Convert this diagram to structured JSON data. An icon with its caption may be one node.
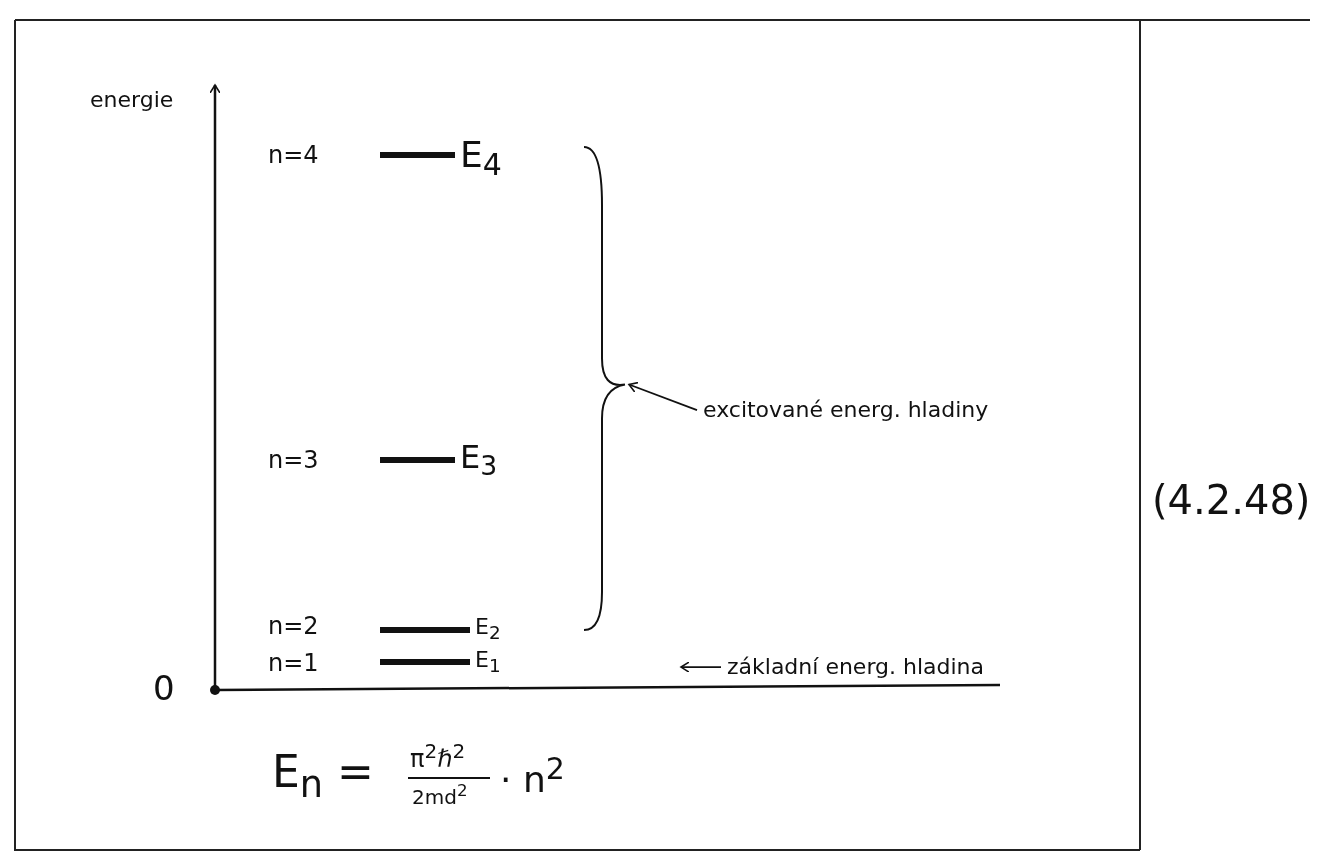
{
  "diagram": {
    "nodes": [
      {
        "text": [
          "excitované energ. hladiny"
        ]
      },
      {
        "text": [],
        "shape": "bracket"
      },
      {
        "text": [
          "základní energ. hladina"
        ]
      }
    ],
    "edges": [
      {
        "from": 0,
        "to": 1,
        "arrow": "to"
      },
      {
        "from": 2,
        "to": null,
        "arrow": "to"
      }
    ],
    "labels": [
      "energie",
      "n=4",
      "E$_{4}$",
      "n=3",
      "E$_{3}$",
      "(4.2.48)",
      "n=2",
      "E$_{2}$",
      "n=1",
      "E$_{1}$",
      "0",
      "E$_{n}$ =",
      "π$^{2}$ℏ$^{2}$",
      "2md$^{2}$",
      "· n$^{2}$"
    ]
  }
}
